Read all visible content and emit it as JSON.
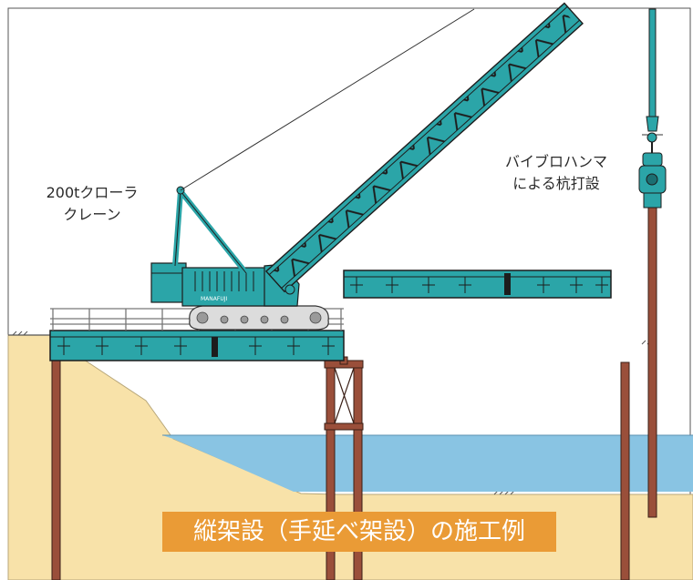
{
  "labels": {
    "crane_line1": "200tクローラ",
    "crane_line2": "クレーン",
    "vibro_line1": "バイブロハンマ",
    "vibro_line2": "による杭打設"
  },
  "caption": "縦架設（手延べ架設）の施工例",
  "crane_plate": "MANAFUJI",
  "colors": {
    "teal": "#2ba5a8",
    "sand": "#f8e2a9",
    "water": "#89c4e3",
    "pile": "#9a4f3a",
    "caption_bg": "#ea9b36"
  }
}
